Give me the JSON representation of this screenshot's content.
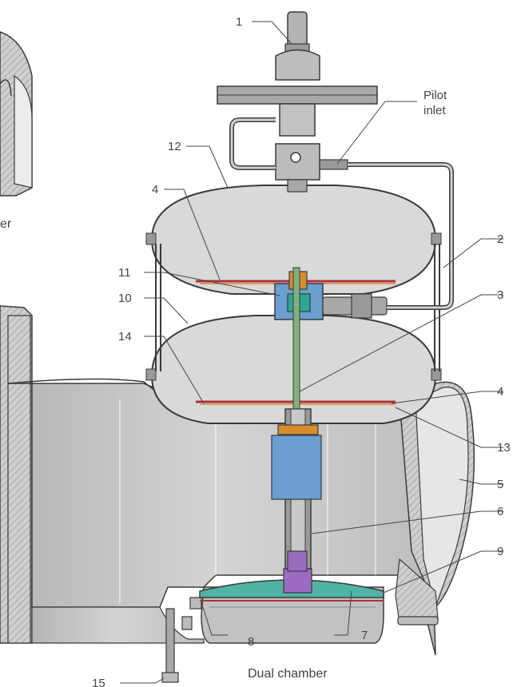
{
  "diagram": {
    "caption": "Dual chamber",
    "left_partial_caption": "er",
    "pilot_label": {
      "line1": "Pilot",
      "line2": "inlet"
    },
    "callouts": [
      {
        "id": "c1",
        "text": "1"
      },
      {
        "id": "c2",
        "text": "2"
      },
      {
        "id": "c3",
        "text": "3"
      },
      {
        "id": "c4a",
        "text": "4"
      },
      {
        "id": "c4b",
        "text": "4"
      },
      {
        "id": "c5",
        "text": "5"
      },
      {
        "id": "c6",
        "text": "6"
      },
      {
        "id": "c7",
        "text": "7"
      },
      {
        "id": "c8",
        "text": "8"
      },
      {
        "id": "c9",
        "text": "9"
      },
      {
        "id": "c10",
        "text": "10"
      },
      {
        "id": "c11",
        "text": "11"
      },
      {
        "id": "c12",
        "text": "12"
      },
      {
        "id": "c13",
        "text": "13"
      },
      {
        "id": "c14",
        "text": "14"
      },
      {
        "id": "c15",
        "text": "15"
      }
    ],
    "colors": {
      "body_fill": "#c8c8c8",
      "body_dark": "#9a9a9a",
      "chamber_fill": "#d9d9d9",
      "outline": "#3a3a3a",
      "diaphragm_red": "#b0323c",
      "stem_green": "#7fb27a",
      "orange_part": "#d98c2b",
      "blue_part": "#6a9fd0",
      "teal_part": "#2aa894",
      "purple_part": "#9a6bc0",
      "pallet_teal": "#4fb3a6",
      "leader_line": "#444444"
    }
  }
}
